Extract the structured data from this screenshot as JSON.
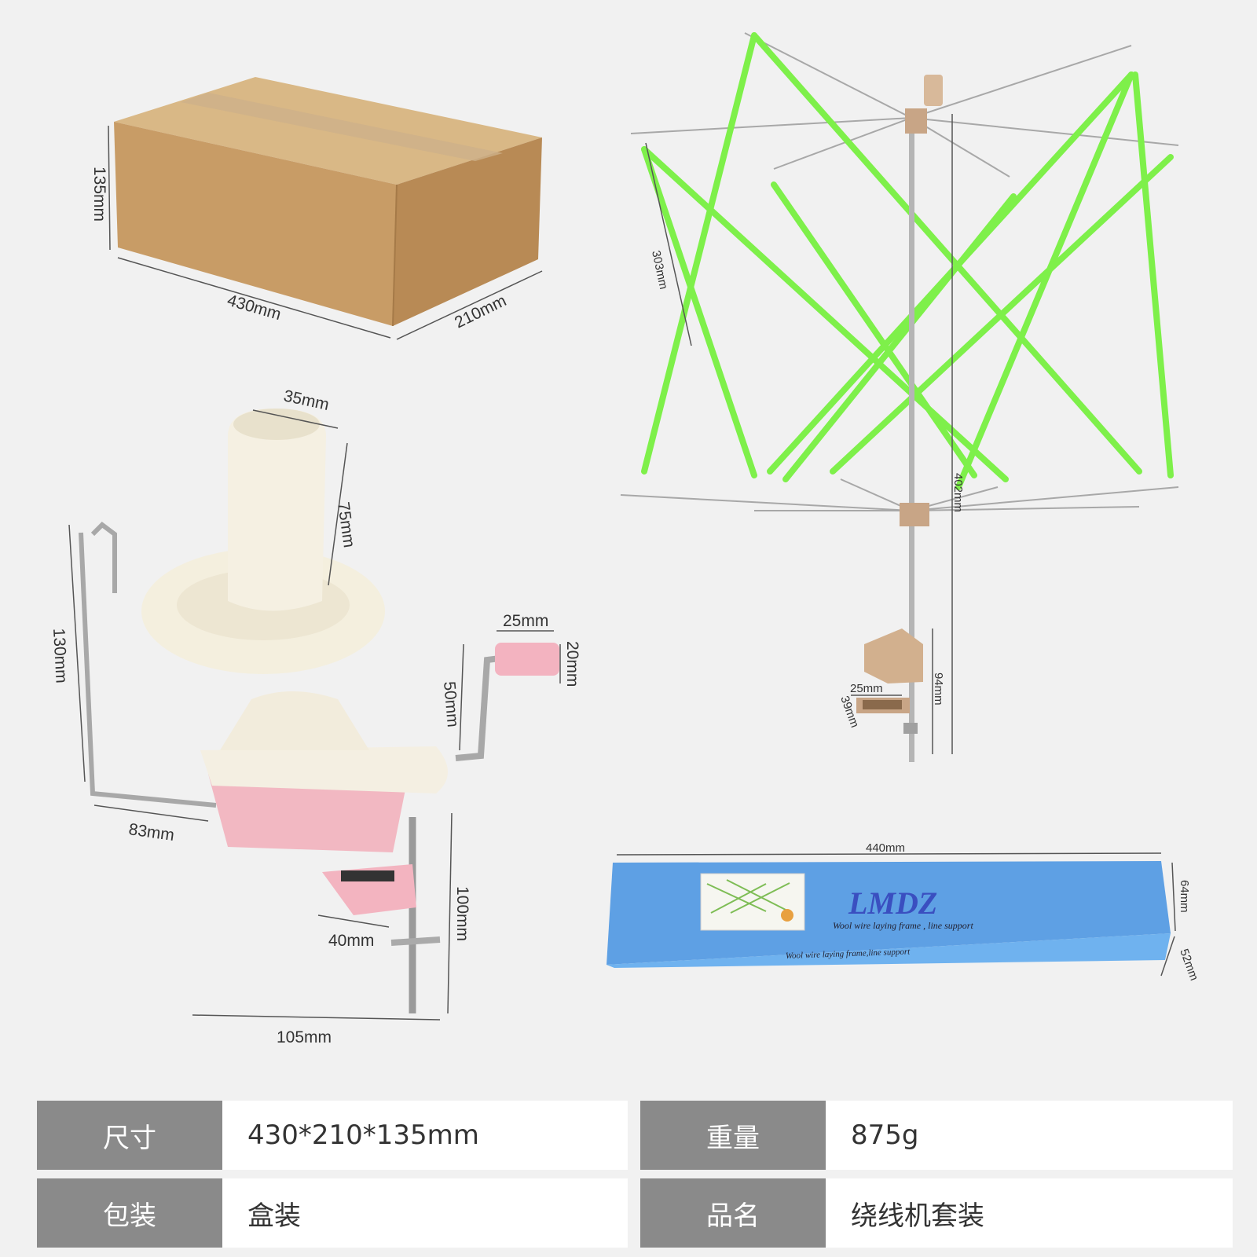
{
  "box": {
    "dims": [
      "135mm",
      "430mm",
      "210mm"
    ]
  },
  "swift": {
    "dims": [
      "303mm",
      "402mm",
      "94mm",
      "25mm",
      "39mm"
    ]
  },
  "winder": {
    "dims": [
      "35mm",
      "75mm",
      "130mm",
      "25mm",
      "20mm",
      "50mm",
      "83mm",
      "100mm",
      "40mm",
      "105mm"
    ]
  },
  "package": {
    "length": "440mm",
    "height": "64mm",
    "depth": "52mm",
    "brand": "LMDZ",
    "slogan": "Wool wire laying frame , line support",
    "slogan2": "Wool wire laying frame,line support"
  },
  "specs": [
    {
      "k1": "尺寸",
      "v1": "430*210*135mm",
      "k2": "重量",
      "v2": "875g"
    },
    {
      "k1": "包装",
      "v1": "盒装",
      "k2": "品名",
      "v2": "绕线机套装"
    }
  ]
}
